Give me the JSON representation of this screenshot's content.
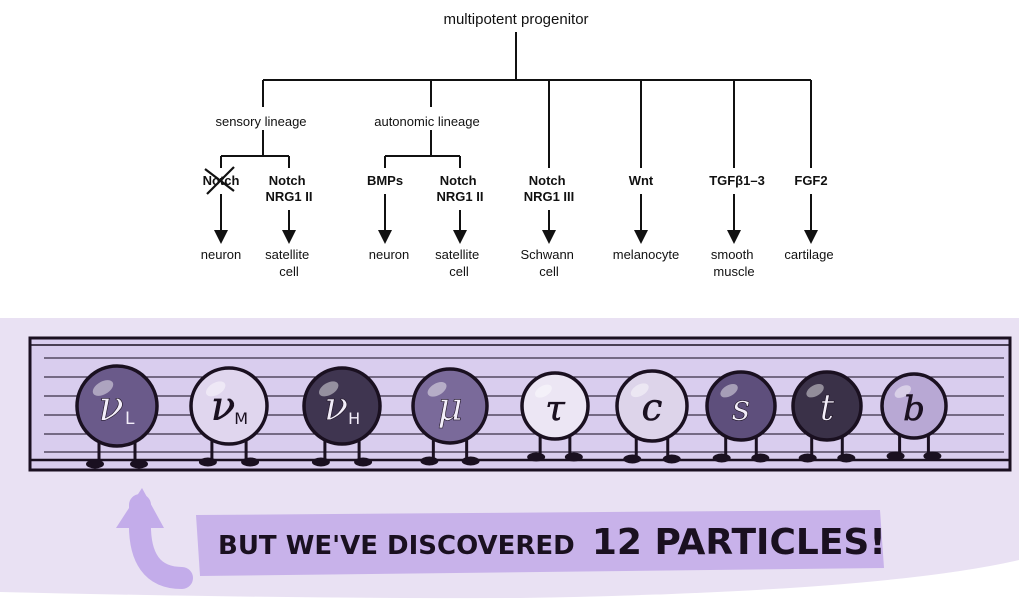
{
  "tree": {
    "root": "multipotent progenitor",
    "lineages": {
      "sensory": "sensory lineage",
      "autonomic": "autonomic lineage"
    },
    "signals": {
      "s1": "Notch",
      "s2": [
        "Notch",
        "NRG1 II"
      ],
      "s3": "BMPs",
      "s4": [
        "Notch",
        "NRG1 II"
      ],
      "s5": [
        "Notch",
        "NRG1 III"
      ],
      "s6": "Wnt",
      "s7": "TGFβ1–3",
      "s8": "FGF2"
    },
    "fates": {
      "f1": [
        "neuron"
      ],
      "f2": [
        "satellite",
        "cell"
      ],
      "f3": [
        "neuron"
      ],
      "f4": [
        "satellite",
        "cell"
      ],
      "f5": [
        "Schwann",
        "cell"
      ],
      "f6": [
        "melanocyte"
      ],
      "f7": [
        "smooth",
        "muscle"
      ],
      "f8": [
        "cartilage"
      ]
    }
  },
  "comic": {
    "particles": [
      {
        "symbol": "ν",
        "sub": "L",
        "shade": "#6a5a8a"
      },
      {
        "symbol": "ν",
        "sub": "M",
        "shade": "#e0d6ee"
      },
      {
        "symbol": "ν",
        "sub": "H",
        "shade": "#3f3550"
      },
      {
        "symbol": "μ",
        "sub": "",
        "shade": "#7a6a9a"
      },
      {
        "symbol": "τ",
        "sub": "",
        "shade": "#ece6f4"
      },
      {
        "symbol": "c",
        "sub": "",
        "shade": "#ddd4ea"
      },
      {
        "symbol": "s",
        "sub": "",
        "shade": "#5e4f7c"
      },
      {
        "symbol": "t",
        "sub": "",
        "shade": "#3a3148"
      },
      {
        "symbol": "b",
        "sub": "",
        "shade": "#b8a8d4"
      }
    ],
    "caption": {
      "part1": "BUT WE'VE DISCOVERED",
      "part2": "12 PARTICLES!"
    },
    "colors": {
      "panel": "#e9e1f3",
      "shelf": "#d9cdee",
      "banner": "#c8b2ea",
      "arrow": "#c3acea"
    }
  }
}
